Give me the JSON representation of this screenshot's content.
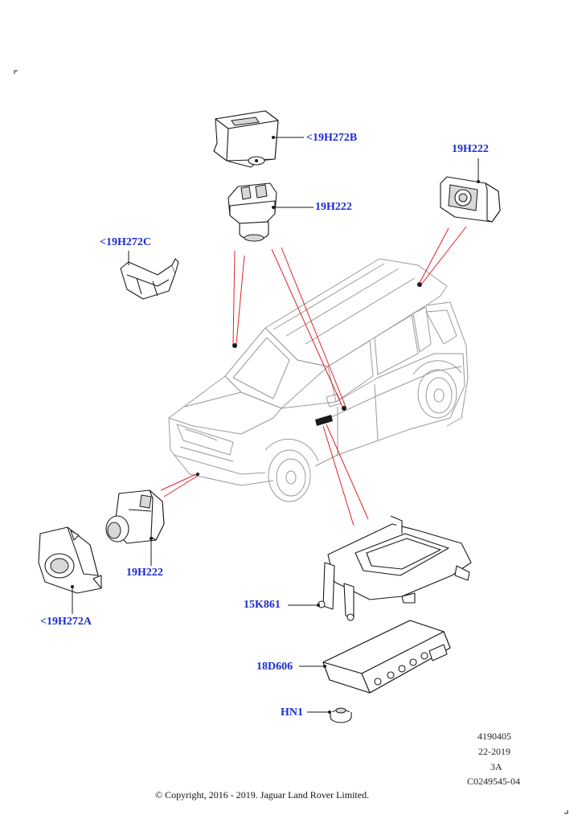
{
  "colors": {
    "label": "#1c2bd0",
    "callout_line": "#e0202a",
    "line_art": "#1a1a1a",
    "car_outline": "#9a9a9a"
  },
  "labels": {
    "p19H272B": "<19H272B",
    "p19H222_top": "19H222",
    "p19H222_right": "19H222",
    "p19H272C": "<19H272C",
    "p19H222_left": "19H222",
    "p19H272A": "<19H272A",
    "p15K861": "15K861",
    "p18D606": "18D606",
    "pHN1": "HN1"
  },
  "meta": {
    "code1": "4190405",
    "date": "22-2019",
    "rev": "3A",
    "ref": "C0249545-04"
  },
  "copyright": "© Copyright, 2016 - 2019. Jaguar Land Rover Limited."
}
